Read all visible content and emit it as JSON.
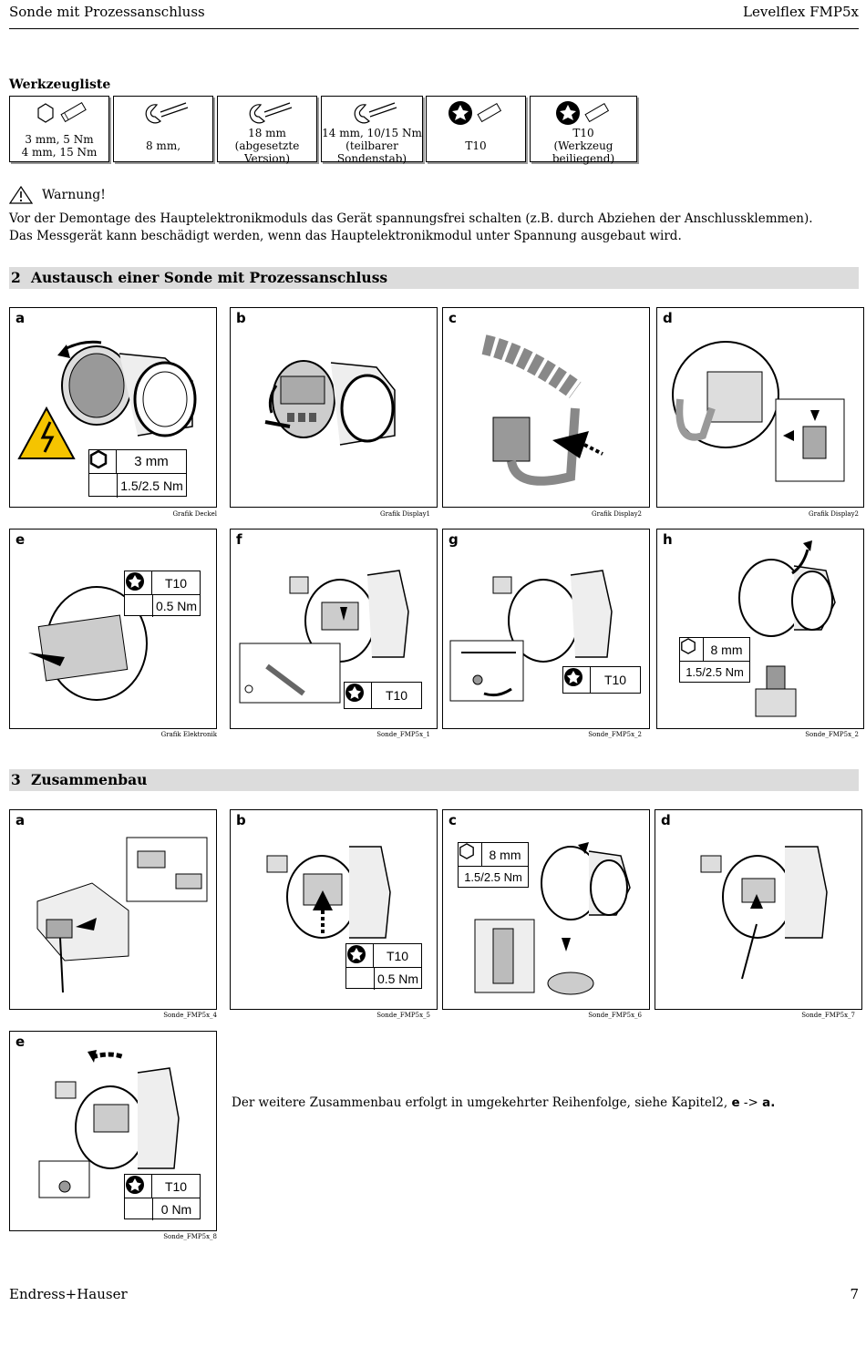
{
  "header": {
    "left": "Sonde mit Prozessanschluss",
    "right": "Levelflex FMP5x"
  },
  "tools": {
    "title": "Werkzeugliste",
    "items": [
      {
        "icon": "hex-key-icon",
        "line1": "3 mm, 5 Nm",
        "line2": "4 mm, 15 Nm"
      },
      {
        "icon": "open-wrench-icon",
        "line1": "8 mm,",
        "line2": ""
      },
      {
        "icon": "open-wrench-icon",
        "line1": "18 mm",
        "line2": "(abgesetzte Version)"
      },
      {
        "icon": "open-wrench-icon",
        "line1": "14 mm, 10/15 Nm",
        "line2": "(teilbarer Sondenstab)"
      },
      {
        "icon": "torx-icon",
        "line1": "T10",
        "line2": ""
      },
      {
        "icon": "torx-icon",
        "line1": "T10",
        "line2": "(Werkzeug beiliegend)"
      }
    ]
  },
  "warning": {
    "title": "Warnung!",
    "line1": "Vor der Demontage des Hauptelektronikmoduls das Gerät spannungsfrei schalten (z.B. durch Abziehen der Anschlussklemmen).",
    "line2": "Das Messgerät kann beschädigt werden, wenn das Hauptelektronikmodul unter Spannung ausgebaut wird."
  },
  "section2": {
    "number": "2",
    "title": "Austausch einer Sonde mit Prozessanschluss",
    "panels": [
      {
        "letter": "a",
        "caption": "Grafik Deckel",
        "tool_size": "3 mm",
        "torque": "1.5/2.5 Nm"
      },
      {
        "letter": "b",
        "caption": "Grafik Display1"
      },
      {
        "letter": "c",
        "caption": "Grafik Display2"
      },
      {
        "letter": "d",
        "caption": "Grafik Display2"
      },
      {
        "letter": "e",
        "caption": "Grafik Elektronik",
        "tool_size": "T10",
        "torque": "0.5 Nm"
      },
      {
        "letter": "f",
        "caption": "Sonde_FMP5x_1",
        "tool_size": "T10"
      },
      {
        "letter": "g",
        "caption": "Sonde_FMP5x_2",
        "tool_size": "T10"
      },
      {
        "letter": "h",
        "caption": "Sonde_FMP5x_2",
        "tool_size": "8 mm",
        "torque": "1.5/2.5 Nm"
      }
    ]
  },
  "section3": {
    "number": "3",
    "title": "Zusammenbau",
    "panels": [
      {
        "letter": "a",
        "caption": "Sonde_FMP5x_4"
      },
      {
        "letter": "b",
        "caption": "Sonde_FMP5x_5",
        "tool_size": "T10",
        "torque": "0.5 Nm"
      },
      {
        "letter": "c",
        "caption": "Sonde_FMP5x_6",
        "tool_size": "8 mm",
        "torque": "1.5/2.5 Nm"
      },
      {
        "letter": "d",
        "caption": "Sonde_FMP5x_7"
      },
      {
        "letter": "e",
        "caption": "Sonde_FMP5x_8",
        "tool_size": "T10",
        "torque": "0 Nm"
      }
    ],
    "note_text": "Der weitere Zusammenbau erfolgt in umgekehrter Reihenfolge, siehe Kapitel2,",
    "note_from": "e",
    "note_arrow": "->",
    "note_to": "a."
  },
  "footer": {
    "left": "Endress+Hauser",
    "page": "7"
  }
}
